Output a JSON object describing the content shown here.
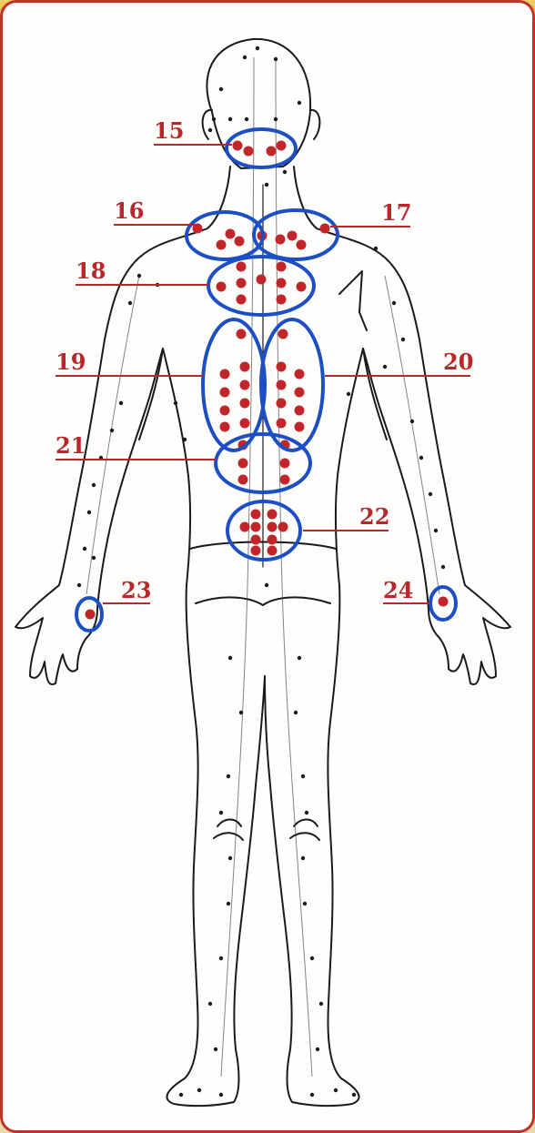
{
  "colors": {
    "frame": "#c4312a",
    "zone_outline": "#1d4fc4",
    "point": "#c0262a",
    "label": "#b8282b",
    "body_line": "#1a1a1a"
  },
  "labels": [
    "15",
    "16",
    "17",
    "18",
    "19",
    "20",
    "21",
    "22",
    "23",
    "24"
  ]
}
